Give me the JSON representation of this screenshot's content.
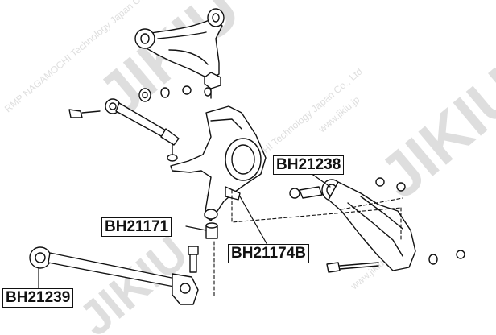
{
  "watermark": {
    "brand": "JIKIU",
    "line": "RMP NAGAMOCHI Technology Japan Co., Ltd",
    "url": "www.jikiu.jp"
  },
  "labels": {
    "bh21238": "BH21238",
    "bh21171": "BH21171",
    "bh21174b": "BH21174B",
    "bh21239": "BH21239"
  },
  "colors": {
    "ink": "#111111",
    "watermark": "#d9d9d9"
  }
}
